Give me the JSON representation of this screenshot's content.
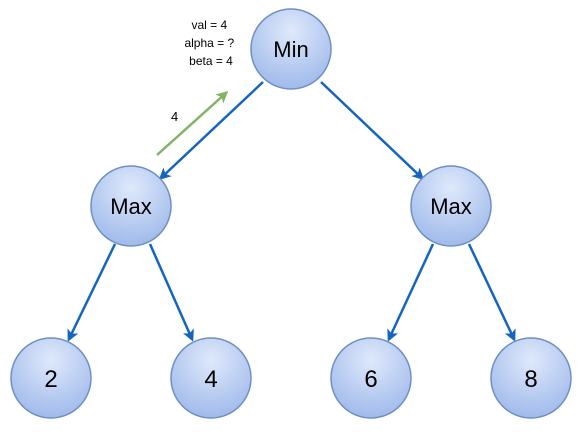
{
  "colors": {
    "edge": "#1565c0",
    "node_fill_light": "#dfe9fb",
    "node_fill_dark": "#9db8ea",
    "node_stroke": "#6f8fc4",
    "pass_arrow": "#82b366"
  },
  "nodes": {
    "root": {
      "label": "Min"
    },
    "left_max": {
      "label": "Max"
    },
    "right_max": {
      "label": "Max"
    },
    "leaf_1": {
      "label": "2"
    },
    "leaf_2": {
      "label": "4"
    },
    "leaf_3": {
      "label": "6"
    },
    "leaf_4": {
      "label": "8"
    }
  },
  "annotation": {
    "lines": [
      "val = 4",
      "alpha = ?",
      "beta = 4"
    ]
  },
  "passed_value": {
    "label": "4"
  }
}
